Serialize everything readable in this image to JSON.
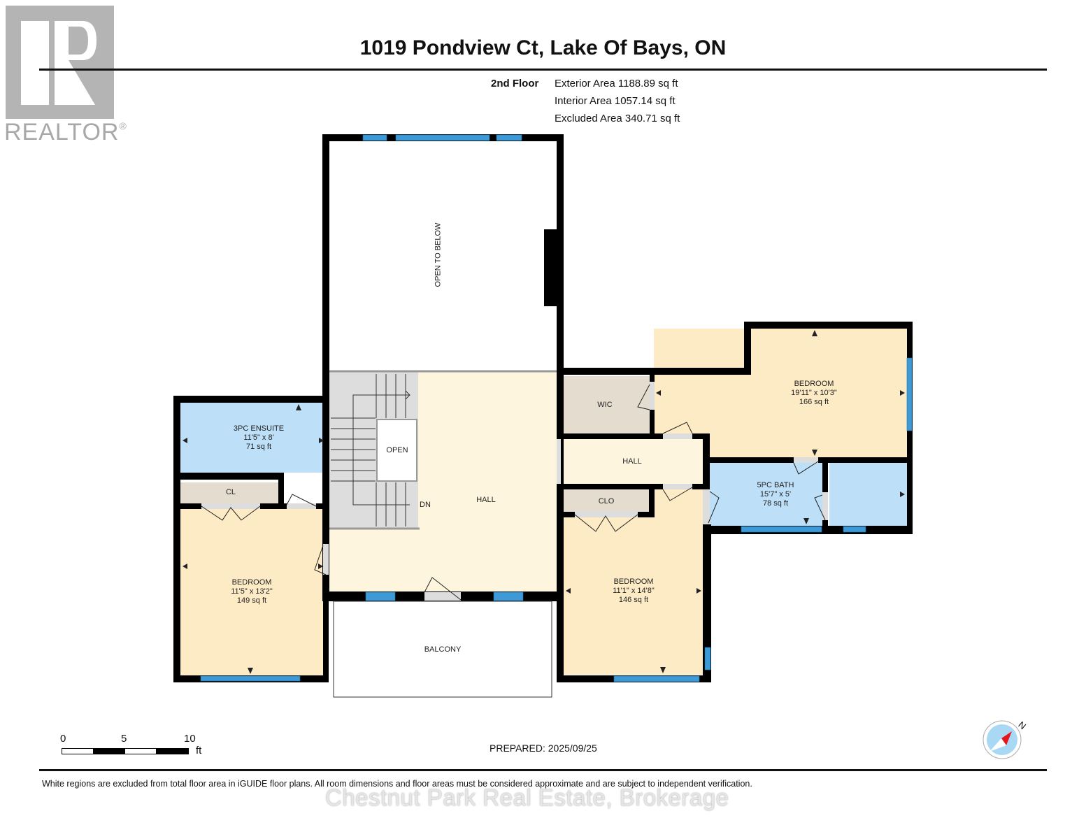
{
  "logo": {
    "brand": "REALTOR",
    "mark": "®"
  },
  "header": {
    "title": "1019 Pondview Ct, Lake Of Bays, ON"
  },
  "floor_summary": {
    "floor": "2nd Floor",
    "exterior_area": "Exterior Area 1188.89 sq ft",
    "interior_area": "Interior Area 1057.14 sq ft",
    "excluded_area": "Excluded Area 340.71 sq ft"
  },
  "rooms": {
    "open_to_below": {
      "name": "OPEN TO BELOW"
    },
    "ensuite": {
      "name": "3PC ENSUITE",
      "dims": "11'5\" x 8'",
      "area": "71 sq ft"
    },
    "closet_left": {
      "name": "CL"
    },
    "bedroom_left": {
      "name": "BEDROOM",
      "dims": "11'5\" x 13'2\"",
      "area": "149 sq ft"
    },
    "stair_open": {
      "name": "OPEN"
    },
    "stair_dn": {
      "name": "DN"
    },
    "hall_main": {
      "name": "HALL"
    },
    "balcony": {
      "name": "BALCONY"
    },
    "wic": {
      "name": "WIC"
    },
    "hall_small": {
      "name": "HALL"
    },
    "bedroom_upper_right": {
      "name": "BEDROOM",
      "dims": "19'11\" x 10'3\"",
      "area": "166 sq ft"
    },
    "bath": {
      "name": "5PC BATH",
      "dims": "15'7\" x 5'",
      "area": "78 sq ft"
    },
    "closet_right": {
      "name": "CLO"
    },
    "bedroom_lower_right": {
      "name": "BEDROOM",
      "dims": "11'1\" x 14'8\"",
      "area": "146 sq ft"
    }
  },
  "scale_bar": {
    "ticks": [
      "0",
      "5",
      "10"
    ],
    "unit": "ft"
  },
  "compass": {
    "label": "N"
  },
  "footer": {
    "prepared": "PREPARED: 2025/09/25",
    "disclaimer": "White regions are excluded from total floor area in iGUIDE floor plans. All room dimensions and floor areas must be considered approximate and are subject to independent verification.",
    "watermark": "Chestnut Park Real Estate, Brokerage"
  },
  "colors": {
    "wall": "#000000",
    "window": "#3d9ad6",
    "bedroom_fill": "#fdebc5",
    "hall_fill": "#fdf5de",
    "bath_fill": "#bde0f8",
    "closet_fill": "#e4dccf",
    "stair_fill": "#dddddd",
    "compass_red": "#e8141c"
  }
}
